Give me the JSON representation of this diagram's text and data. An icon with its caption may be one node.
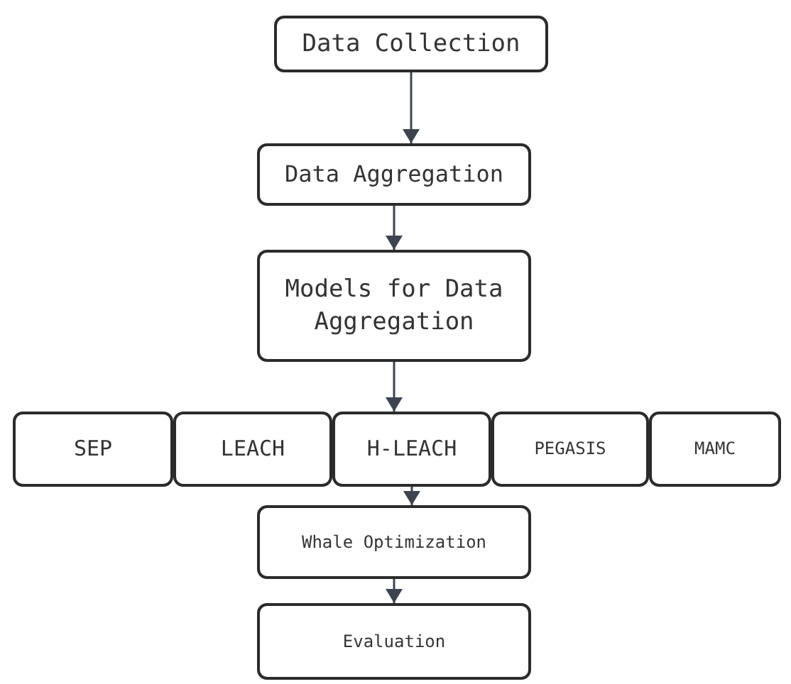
{
  "diagram": {
    "nodes": [
      {
        "text": [
          "Data Collection"
        ]
      },
      {
        "text": [
          "Data Aggregation"
        ]
      },
      {
        "text": [
          "Models for Data Aggregation"
        ]
      },
      {
        "text": [
          "SEP"
        ]
      },
      {
        "text": [
          "LEACH"
        ]
      },
      {
        "text": [
          "H-LEACH"
        ]
      },
      {
        "text": [
          "PEGASIS"
        ]
      },
      {
        "text": [
          "MAMC"
        ]
      },
      {
        "text": [
          "Whale Optimization"
        ]
      },
      {
        "text": [
          "Evaluation"
        ]
      }
    ],
    "edges": [
      {
        "from": 0,
        "to": 1,
        "arrow": "to"
      },
      {
        "from": 1,
        "to": 2,
        "arrow": "to"
      },
      {
        "from": 2,
        "to": 5,
        "arrow": "to"
      },
      {
        "from": 5,
        "to": 8,
        "arrow": "to"
      },
      {
        "from": 8,
        "to": 9,
        "arrow": "to"
      }
    ]
  }
}
